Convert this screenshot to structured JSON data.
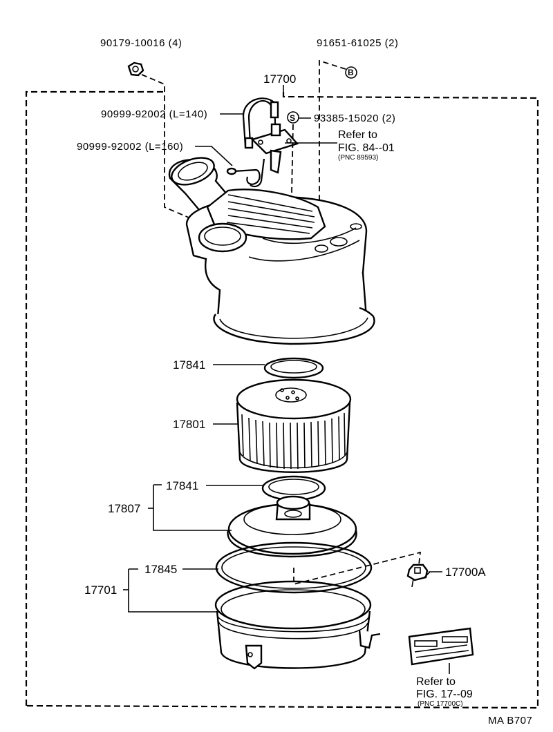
{
  "diagram_code": "MA B707",
  "labels": {
    "nut": "90179-10016 (4)",
    "screw_b": "91651-61025 (2)",
    "assembly": "17700",
    "hose_140": "90999-92002 (L=140)",
    "plug": "93385-15020 (2)",
    "refer1_line1": "Refer to",
    "refer1_line2": "FIG. 84--01",
    "refer1_pnc": "(PNC 89593)",
    "hose_160": "90999-92002 (L=160)",
    "gasket_upper": "17841",
    "element": "17801",
    "gasket_lower": "17841",
    "cap_sub": "17807",
    "seal": "17845",
    "case_sub": "17701",
    "clip": "17700A",
    "refer2_line1": "Refer to",
    "refer2_line2": "FIG. 17--09",
    "refer2_pnc": "(PNC 17700C)"
  },
  "callouts": {
    "b_mark": "B",
    "s_mark": "S"
  }
}
